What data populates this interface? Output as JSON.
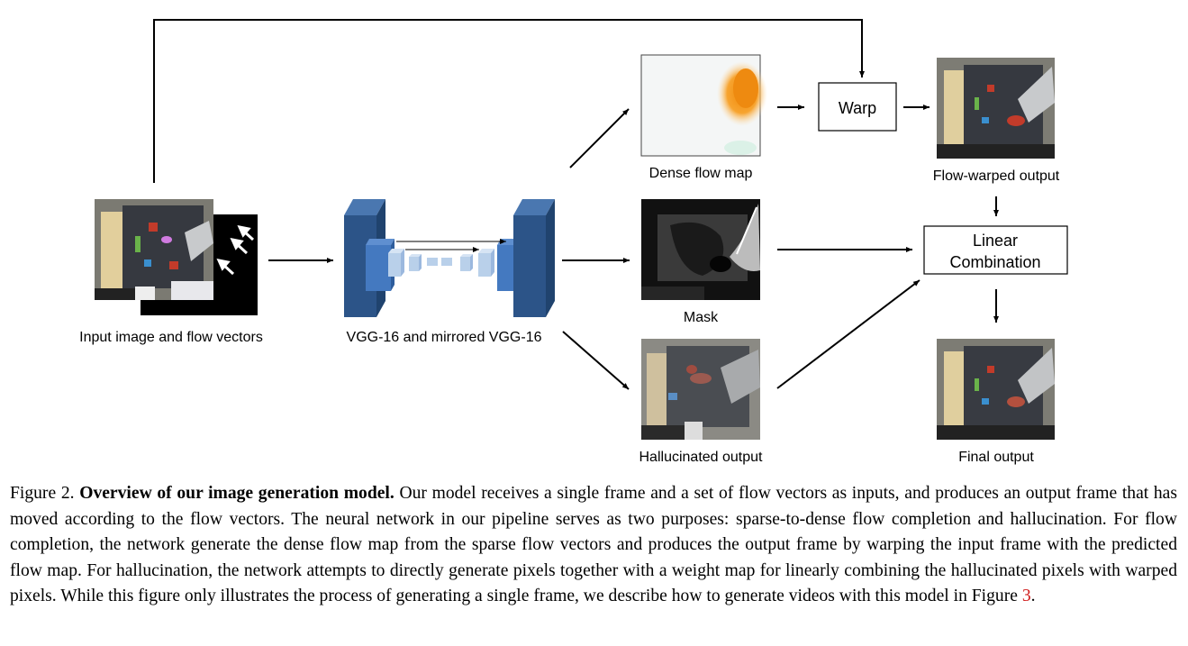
{
  "labels": {
    "input": "Input image and flow vectors",
    "network": "VGG-16 and mirrored VGG-16",
    "dense_flow": "Dense flow map",
    "mask": "Mask",
    "hallucinated": "Hallucinated output",
    "flow_warped": "Flow-warped output",
    "final": "Final output"
  },
  "boxes": {
    "warp": "Warp",
    "linear_line1": "Linear",
    "linear_line2": "Combination"
  },
  "caption": {
    "prefix": "Figure 2.",
    "title": "Overview of our image generation model.",
    "body": "Our model receives a single frame and a set of flow vectors as inputs, and produces an output frame that has moved according to the flow vectors. The neural network in our pipeline serves as two purposes: sparse-to-dense flow completion and hallucination. For flow completion, the network generate the dense flow map from the sparse flow vectors and produces the output frame by warping the input frame with the predicted flow map. For hallucination, the network attempts to directly generate pixels together with a weight map for linearly combining the hallucinated pixels with warped pixels. While this figure only illustrates the process of generating a single frame, we describe how to generate videos with this model in Figure",
    "ref": "3",
    "end": "."
  },
  "colors": {
    "network_dark": "#2c5488",
    "network_mid": "#4479c0",
    "network_light": "#b9d0ea",
    "citation": "#d01c1c"
  }
}
